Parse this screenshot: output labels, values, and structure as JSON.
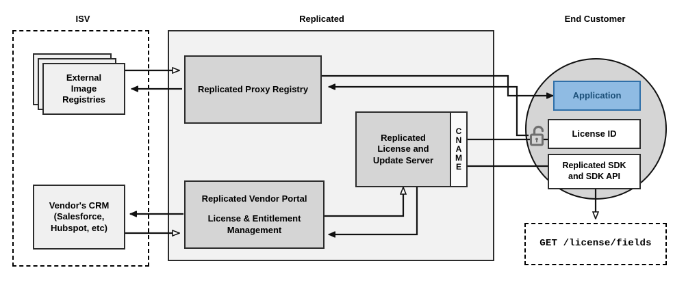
{
  "diagram": {
    "title_zones": [
      {
        "id": "isv",
        "label": "ISV"
      },
      {
        "id": "replicated",
        "label": "Replicated"
      },
      {
        "id": "end_customer",
        "label": "End Customer"
      }
    ],
    "colors": {
      "panel_fill": "#f2f2f2",
      "node_fill_dark": "#d5d5d5",
      "node_fill_light": "#f0f0f0",
      "node_fill_white": "#ffffff",
      "application_fill": "#8fbbe3",
      "application_border": "#2f6fa8",
      "application_text": "#1b4f78",
      "circle_fill": "#d5d5d5",
      "stroke": "#2b2b2b",
      "lock_stroke": "#6b6b6b"
    }
  },
  "nodes": {
    "external_image_registries": "External\nImage\nRegistries",
    "vendor_crm": "Vendor's CRM\n(Salesforce,\nHubspot, etc)",
    "replicated_proxy_registry": "Replicated Proxy Registry",
    "replicated_license_update_server": "Replicated\nLicense and\nUpdate Server",
    "cname_letters": [
      "C",
      "N",
      "A",
      "M",
      "E"
    ],
    "replicated_vendor_portal_line1": "Replicated Vendor Portal",
    "replicated_vendor_portal_line2": "License & Entitlement",
    "replicated_vendor_portal_line3": "Management",
    "application": "Application",
    "license_id": "License ID",
    "replicated_sdk": "Replicated SDK\nand SDK API",
    "api_call": "GET /license/fields"
  },
  "icons": {
    "unlocked_padlock": "unlock-icon"
  }
}
